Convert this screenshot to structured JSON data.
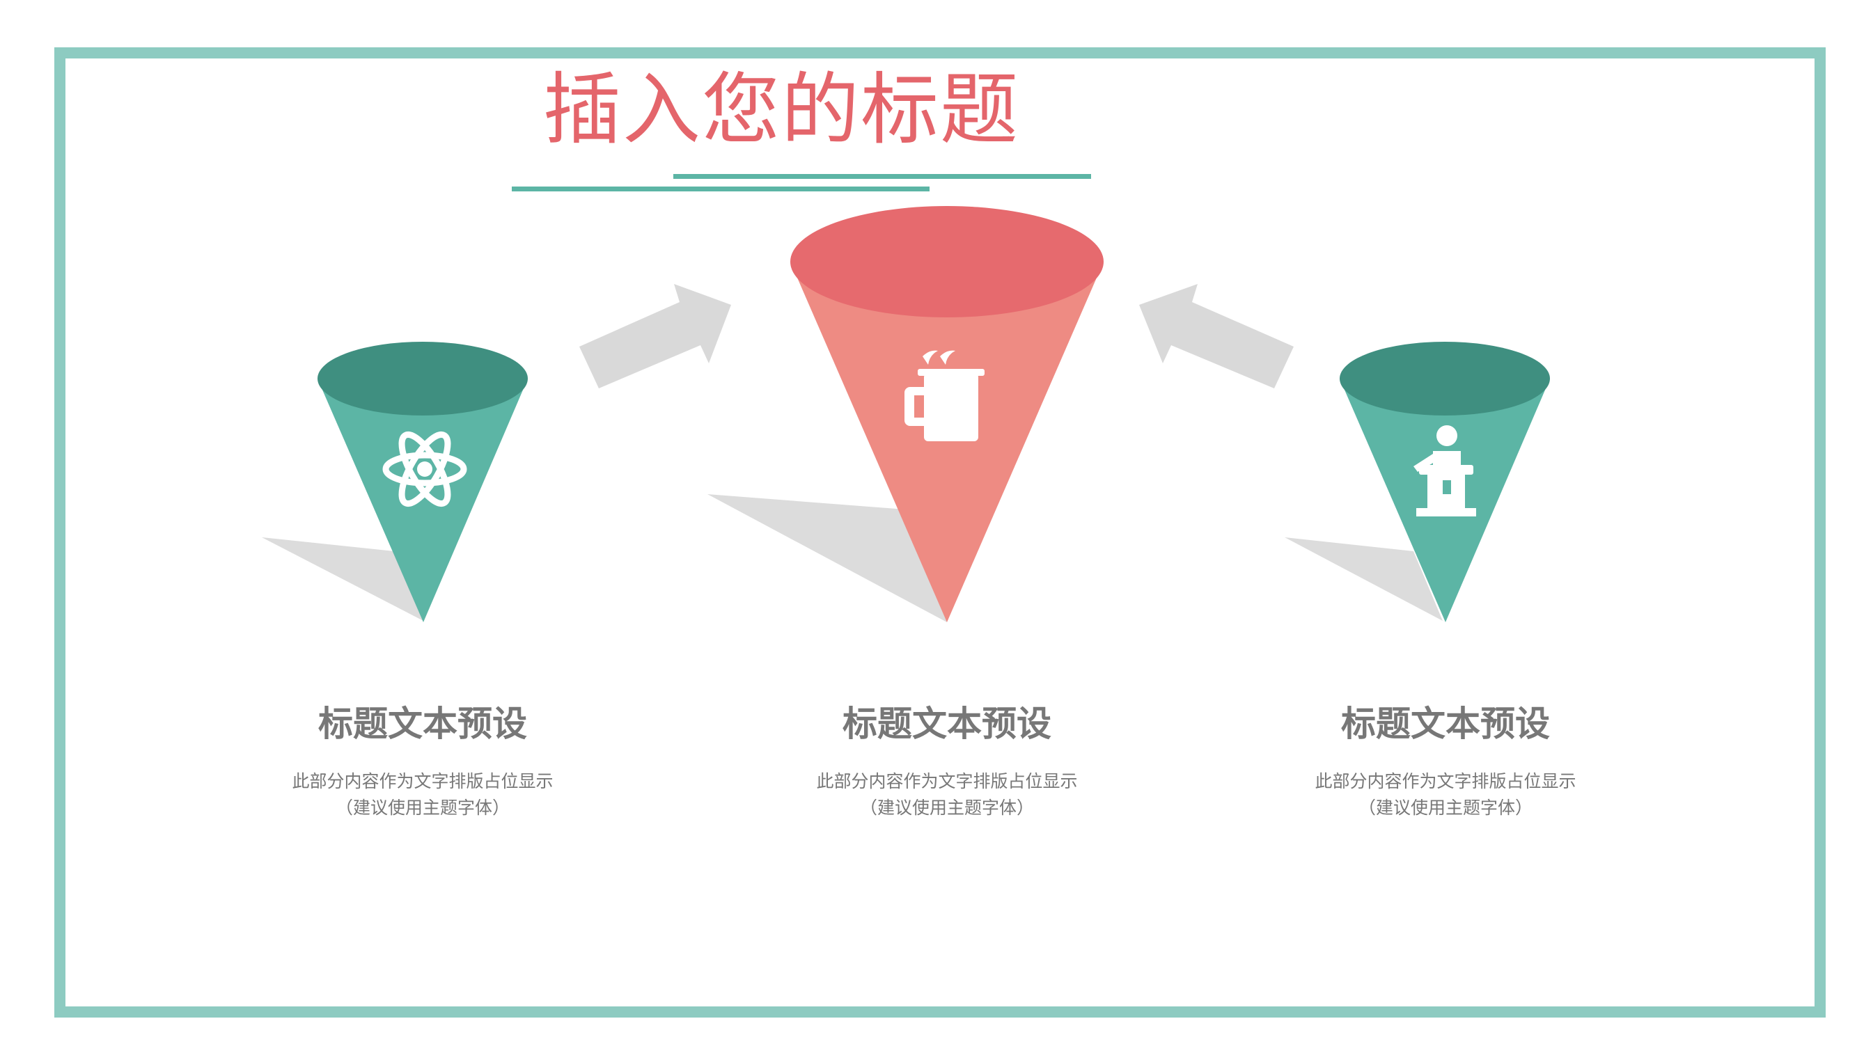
{
  "slide": {
    "title": "插入您的标题",
    "colors": {
      "frame": "#8dcbc1",
      "title": "#e4656b",
      "teal": "#5cb5a5",
      "teal_dark": "#3f8f80",
      "coral": "#ee8b83",
      "coral_dark": "#e66a6e",
      "shadow": "#d9d9d9",
      "text": "#777777"
    }
  },
  "cards": [
    {
      "icon": "atom-icon",
      "title": "标题文本预设",
      "desc_line1": "此部分内容作为文字排版占位显示",
      "desc_line2": "（建议使用主题字体）"
    },
    {
      "icon": "mug-icon",
      "title": "标题文本预设",
      "desc_line1": "此部分内容作为文字排版占位显示",
      "desc_line2": "（建议使用主题字体）"
    },
    {
      "icon": "speaker-podium-icon",
      "title": "标题文本预设",
      "desc_line1": "此部分内容作为文字排版占位显示",
      "desc_line2": "（建议使用主题字体）"
    }
  ]
}
